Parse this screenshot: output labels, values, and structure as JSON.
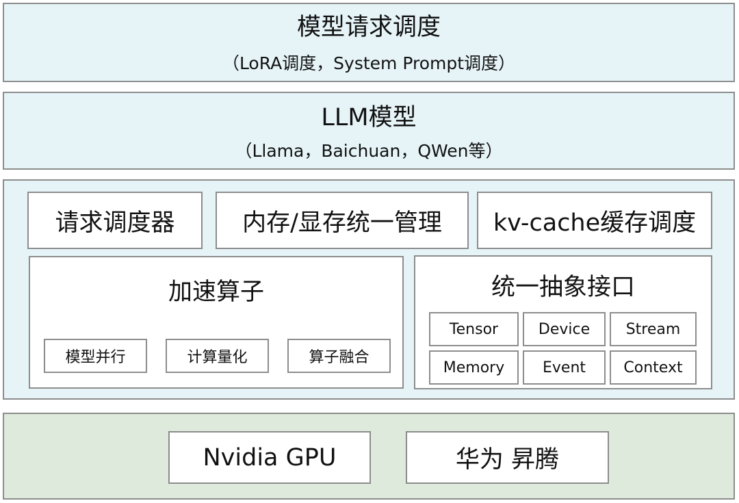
{
  "colors": {
    "blue_layer_fill": "#e6f4f8",
    "green_layer_fill": "#deeadb",
    "border": "#8c8c8c",
    "box_fill": "#ffffff"
  },
  "scheduling_layer": {
    "title": "模型请求调度",
    "subtitle": "（LoRA调度，System Prompt调度）"
  },
  "llm_layer": {
    "title": "LLM模型",
    "subtitle": "（Llama，Baichuan，QWen等）"
  },
  "runtime_layer": {
    "top_modules": [
      "请求调度器",
      "内存/显存统一管理",
      "kv-cache缓存调度"
    ],
    "acceleration": {
      "title": "加速算子",
      "items": [
        "模型并行",
        "计算量化",
        "算子融合"
      ]
    },
    "abstraction": {
      "title": "统一抽象接口",
      "items": [
        "Tensor",
        "Device",
        "Stream",
        "Memory",
        "Event",
        "Context"
      ]
    }
  },
  "hardware_layer": {
    "items": [
      "Nvidia GPU",
      "华为 昇腾"
    ]
  }
}
